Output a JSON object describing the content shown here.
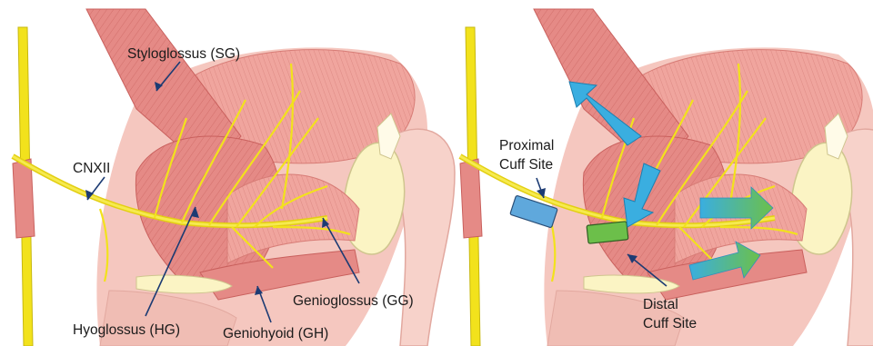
{
  "left_panel": {
    "labels": {
      "styloglossus": "Styloglossus (SG)",
      "cnxii": "CNXII",
      "hyoglossus": "Hyoglossus (HG)",
      "genioglossus": "Genioglossus (GG)",
      "geniohyoid": "Geniohyoid (GH)"
    }
  },
  "right_panel": {
    "labels": {
      "proximal_line1": "Proximal",
      "proximal_line2": "Cuff Site",
      "distal_line1": "Distal",
      "distal_line2": "Cuff Site"
    },
    "colors": {
      "proximal_cuff": "#5fa8dc",
      "distal_cuff": "#6cbf4a",
      "retraction_arrow": "#3aaee0",
      "protrusion_arrow_start": "#3aaee0",
      "protrusion_arrow_end": "#6cc04a"
    }
  },
  "colors": {
    "muscle": "#e58a86",
    "muscle_dark": "#c9605d",
    "tongue": "#f2b3ab",
    "bone": "#fbf4c4",
    "nerve": "#f2e21c",
    "leader_line": "#1c3b73"
  }
}
